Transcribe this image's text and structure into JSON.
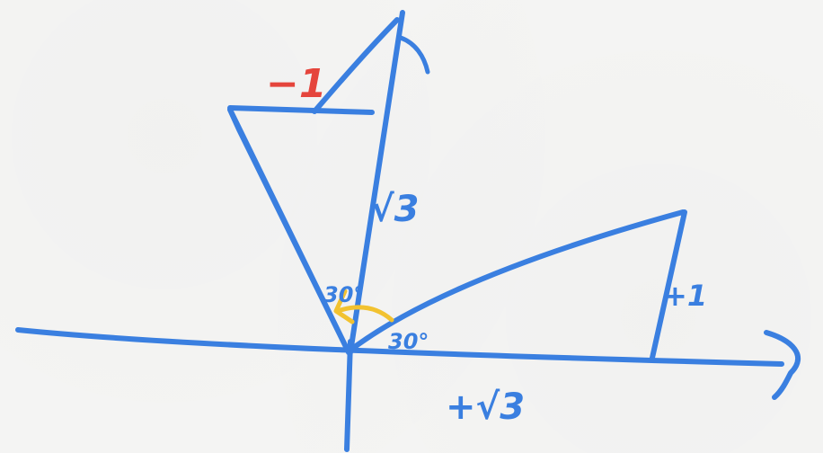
{
  "colors": {
    "paper": "#f5f5f4",
    "blue_ink": "#3a7fe0",
    "red_ink": "#e5453c",
    "yellow_ink": "#f2c230"
  },
  "labels": {
    "neg_one": "−1",
    "plus_one": "+1",
    "sqrt3_vertical": "√3",
    "plus_sqrt3": "+√3",
    "angle_30_upper": "30°",
    "angle_30_lower": "30°"
  }
}
